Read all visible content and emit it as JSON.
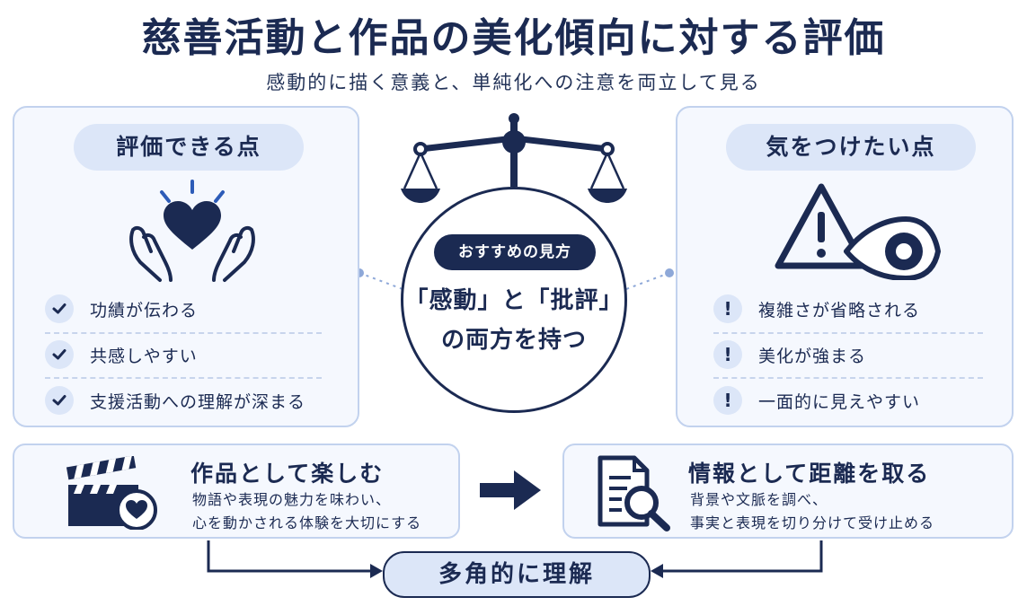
{
  "title": "慈善活動と作品の美化傾向に対する評価",
  "subtitle": "感動的に描く意義と、単純化への注意を両立して見る",
  "left_panel": {
    "heading": "評価できる点",
    "icon": "hands-heart-icon",
    "items": [
      {
        "icon": "check-icon",
        "text": "功績が伝わる"
      },
      {
        "icon": "check-icon",
        "text": "共感しやすい"
      },
      {
        "icon": "check-icon",
        "text": "支援活動への理解が深まる"
      }
    ]
  },
  "right_panel": {
    "heading": "気をつけたい点",
    "icon": "warning-eye-icon",
    "items": [
      {
        "icon": "exclamation-icon",
        "text": "複雑さが省略される"
      },
      {
        "icon": "exclamation-icon",
        "text": "美化が強まる"
      },
      {
        "icon": "exclamation-icon",
        "text": "一面的に見えやすい"
      }
    ]
  },
  "center": {
    "icon": "scale-icon",
    "label": "おすすめの見方",
    "line1": "「感動」と「批評」",
    "line2": "の両方を持つ"
  },
  "bottom_left": {
    "icon": "clapperboard-heart-icon",
    "title": "作品として楽しむ",
    "line1": "物語や表現の魅力を味わい、",
    "line2": "心を動かされる体験を大切にする"
  },
  "bottom_right": {
    "icon": "document-search-icon",
    "title": "情報として距離を取る",
    "line1": "背景や文脈を調べ、",
    "line2": "事実と表現を切り分けて受け止める"
  },
  "result": {
    "label": "多角的に理解"
  },
  "colors": {
    "navy": "#1b2a52",
    "panel_bg": "#f5f8fe",
    "panel_border": "#c2d2ee",
    "pill_bg": "#dce6f8"
  }
}
